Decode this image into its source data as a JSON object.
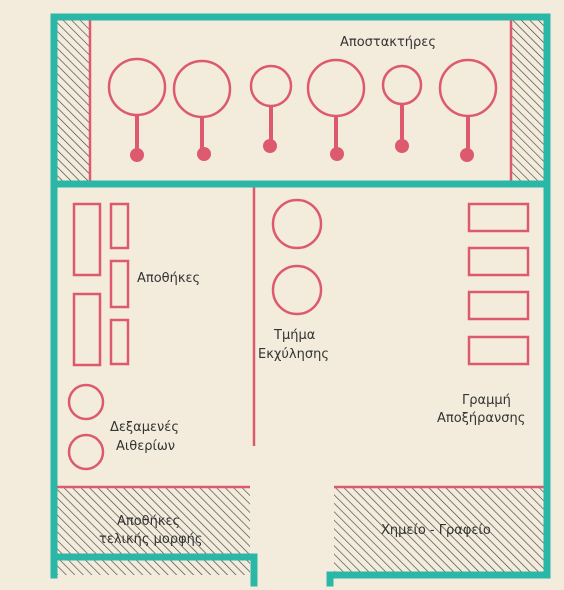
{
  "rooms": {
    "distillers": "Αποστακτήρες",
    "storage": "Αποθήκες",
    "extraction_line1": "Τμήμα",
    "extraction_line2": "Εκχύλησης",
    "tanks_line1": "Δεξαμενές",
    "tanks_line2": "Αιθερίων",
    "drying_line1": "Γραμμή",
    "drying_line2": "Αποξήρανσης",
    "final_storage_line1": "Αποθήκες",
    "final_storage_line2": "τελικής μορφής",
    "lab_office": "Χημείο - Γραφείο"
  },
  "colors": {
    "wall": "#2bb7a7",
    "equipment": "#dd5a6e",
    "background": "#f3ecdc",
    "hatch": "#444444"
  }
}
